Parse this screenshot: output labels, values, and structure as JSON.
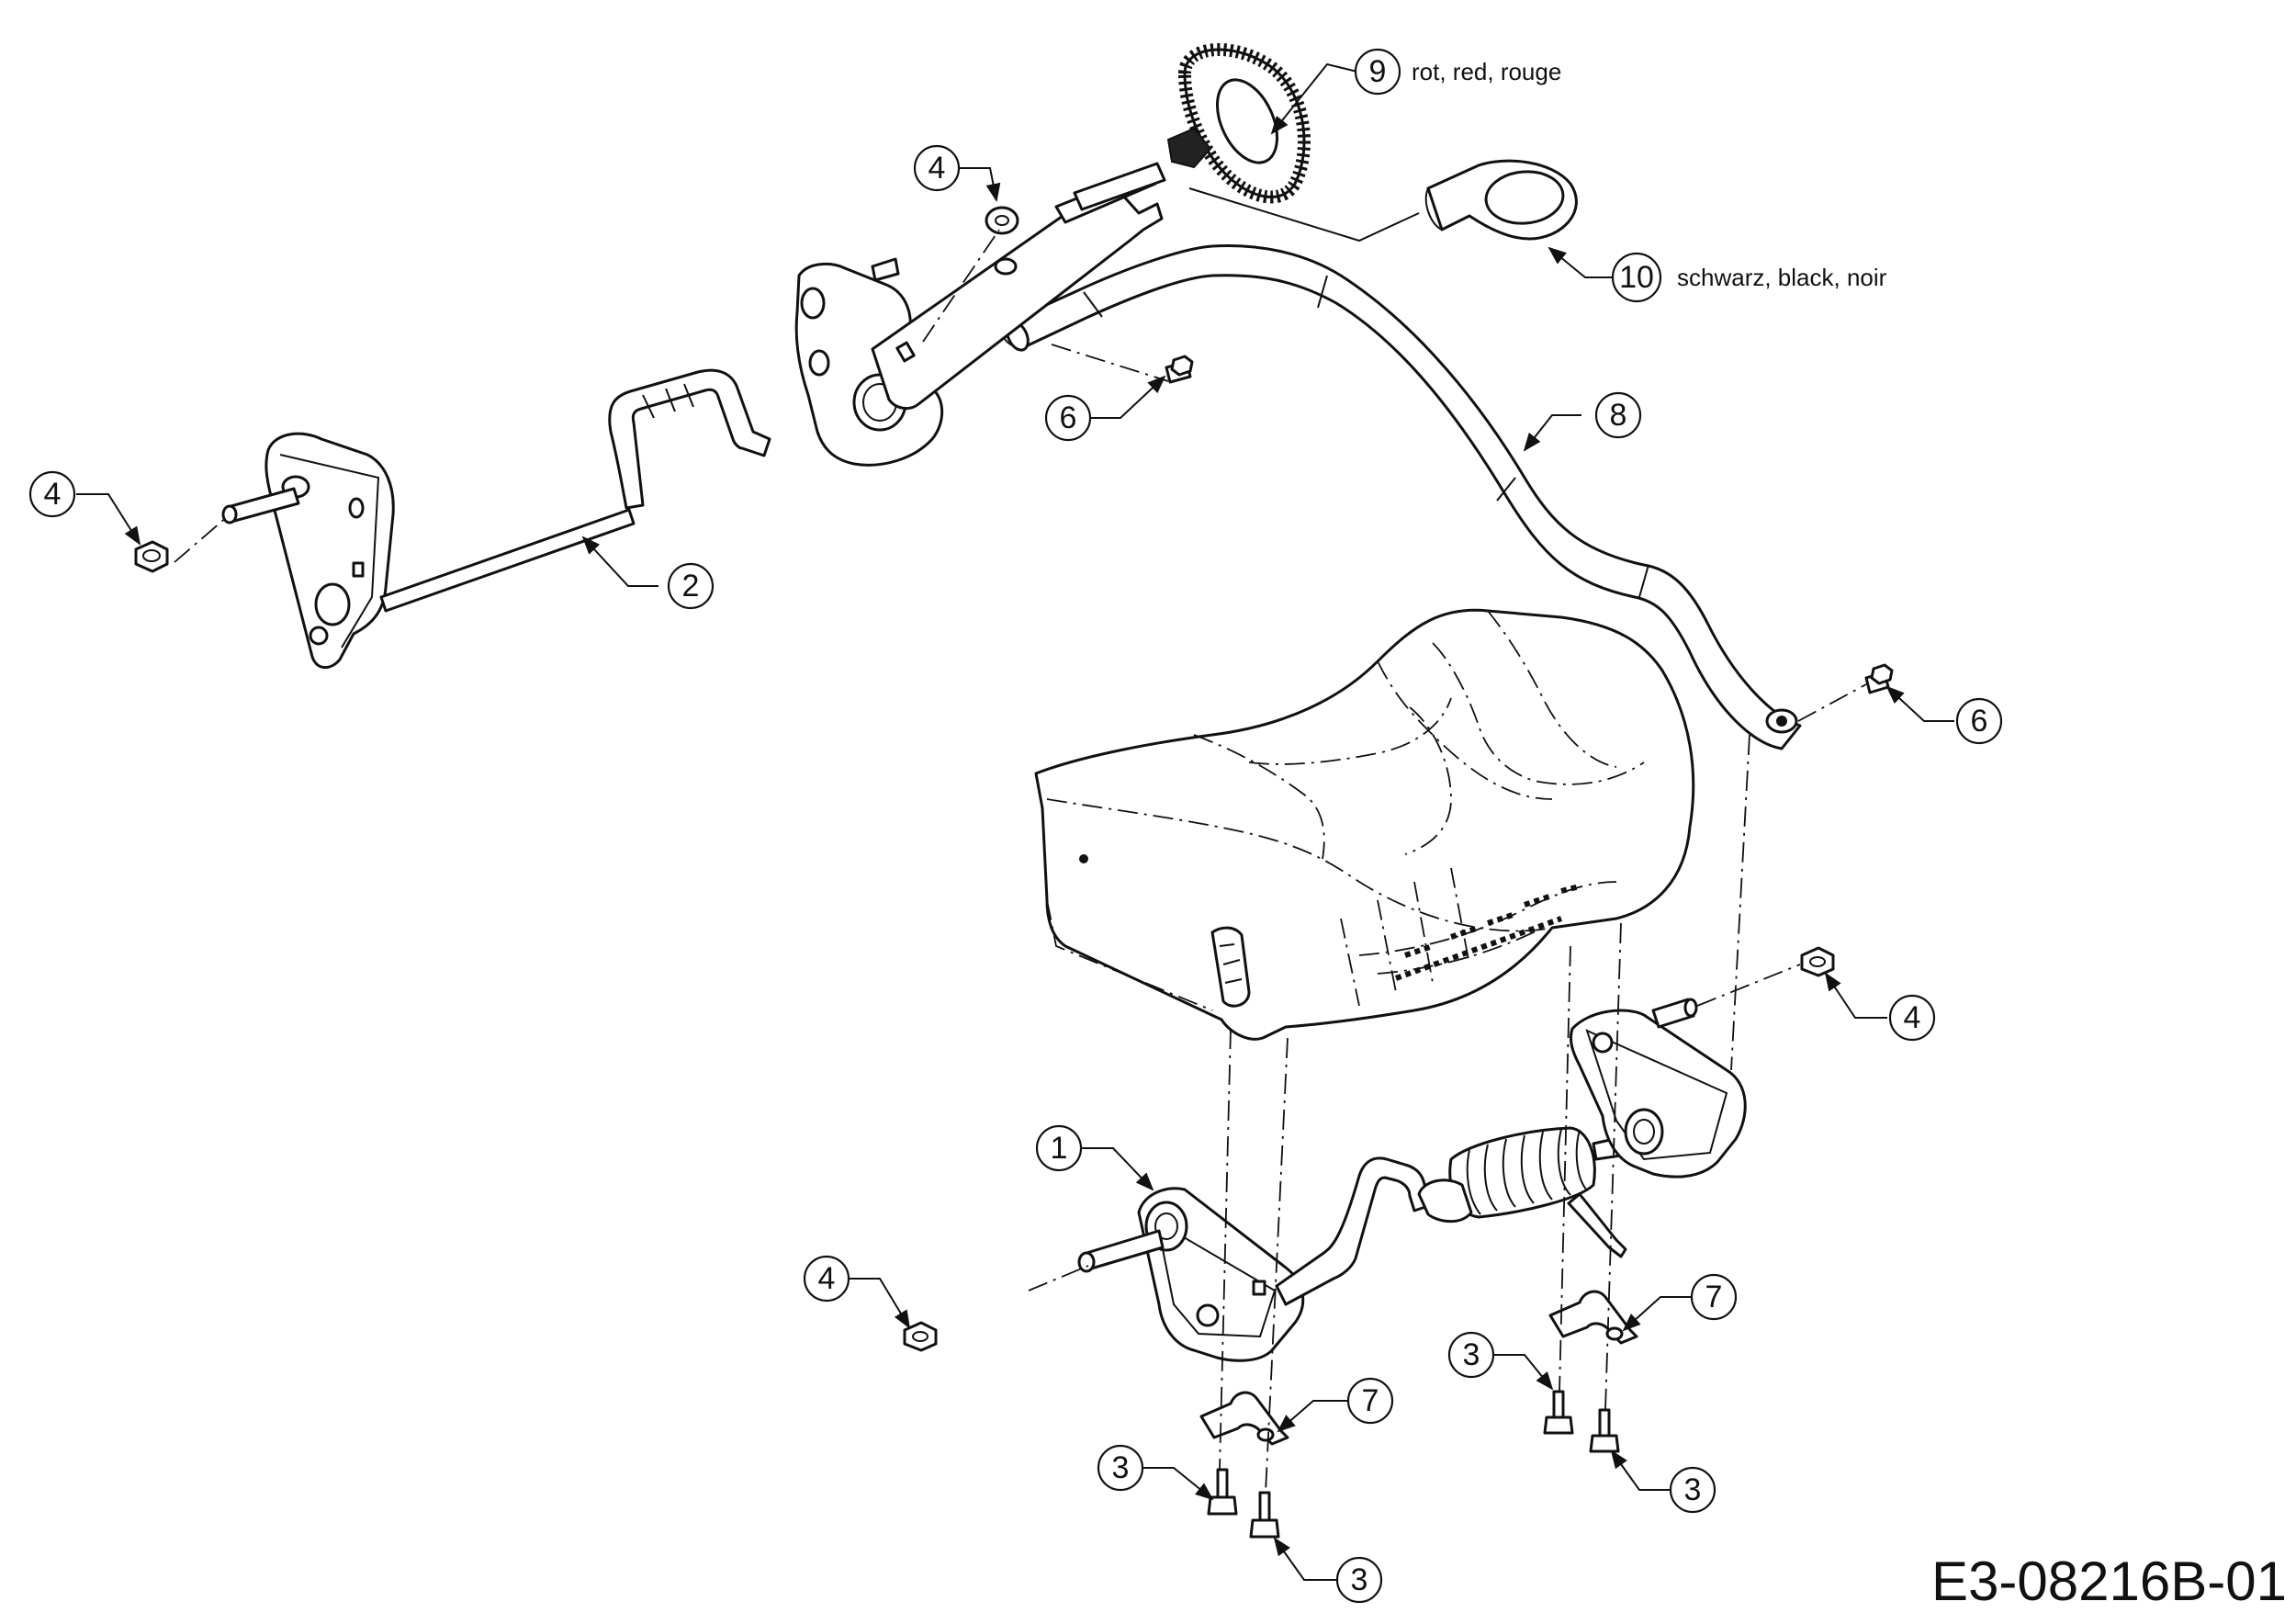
{
  "callouts": [
    {
      "label": "9"
    },
    {
      "label": "10"
    },
    {
      "label": "4"
    },
    {
      "label": "6"
    },
    {
      "label": "8"
    },
    {
      "label": "4"
    },
    {
      "label": "2"
    },
    {
      "label": "6"
    },
    {
      "label": "4"
    },
    {
      "label": "1"
    },
    {
      "label": "4"
    },
    {
      "label": "7"
    },
    {
      "label": "3"
    },
    {
      "label": "7"
    },
    {
      "label": "3"
    },
    {
      "label": "3"
    },
    {
      "label": "3"
    }
  ],
  "color_notes": {
    "part_9": "rot, red, rouge",
    "part_10": "schwarz, black, noir"
  },
  "drawing_number": "E3-08216B-01"
}
